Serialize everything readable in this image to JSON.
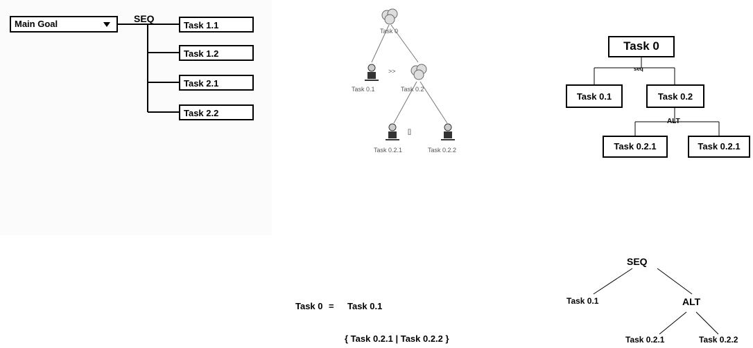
{
  "panel1": {
    "dropdown_value": "Main Goal",
    "operator": "SEQ",
    "tasks": [
      "Task 1.1",
      "Task 1.2",
      "Task 2.1",
      "Task 2.2"
    ]
  },
  "panel2": {
    "root": "Task 0",
    "left": "Task 0.1",
    "right": "Task 0.2",
    "op_top": ">>",
    "op_bottom": "[]",
    "bottom_left": "Task 0.2.1",
    "bottom_right": "Task 0.2.2"
  },
  "panel3": {
    "root": "Task 0",
    "op_top": "seq",
    "left": "Task 0.1",
    "right": "Task 0.2",
    "op_bottom": "ALT",
    "bottom_left": "Task 0.2.1",
    "bottom_right": "Task 0.2.1"
  },
  "panel4": {
    "line1_lhs": "Task 0",
    "line1_eq": "=",
    "line1_rhs": "Task 0.1",
    "line2": "{ Task 0.2.1 | Task 0.2.2 }"
  },
  "panel5": {
    "root": "SEQ",
    "left": "Task 0.1",
    "right": "ALT",
    "bottom_left": "Task 0.2.1",
    "bottom_right": "Task 0.2.2"
  }
}
